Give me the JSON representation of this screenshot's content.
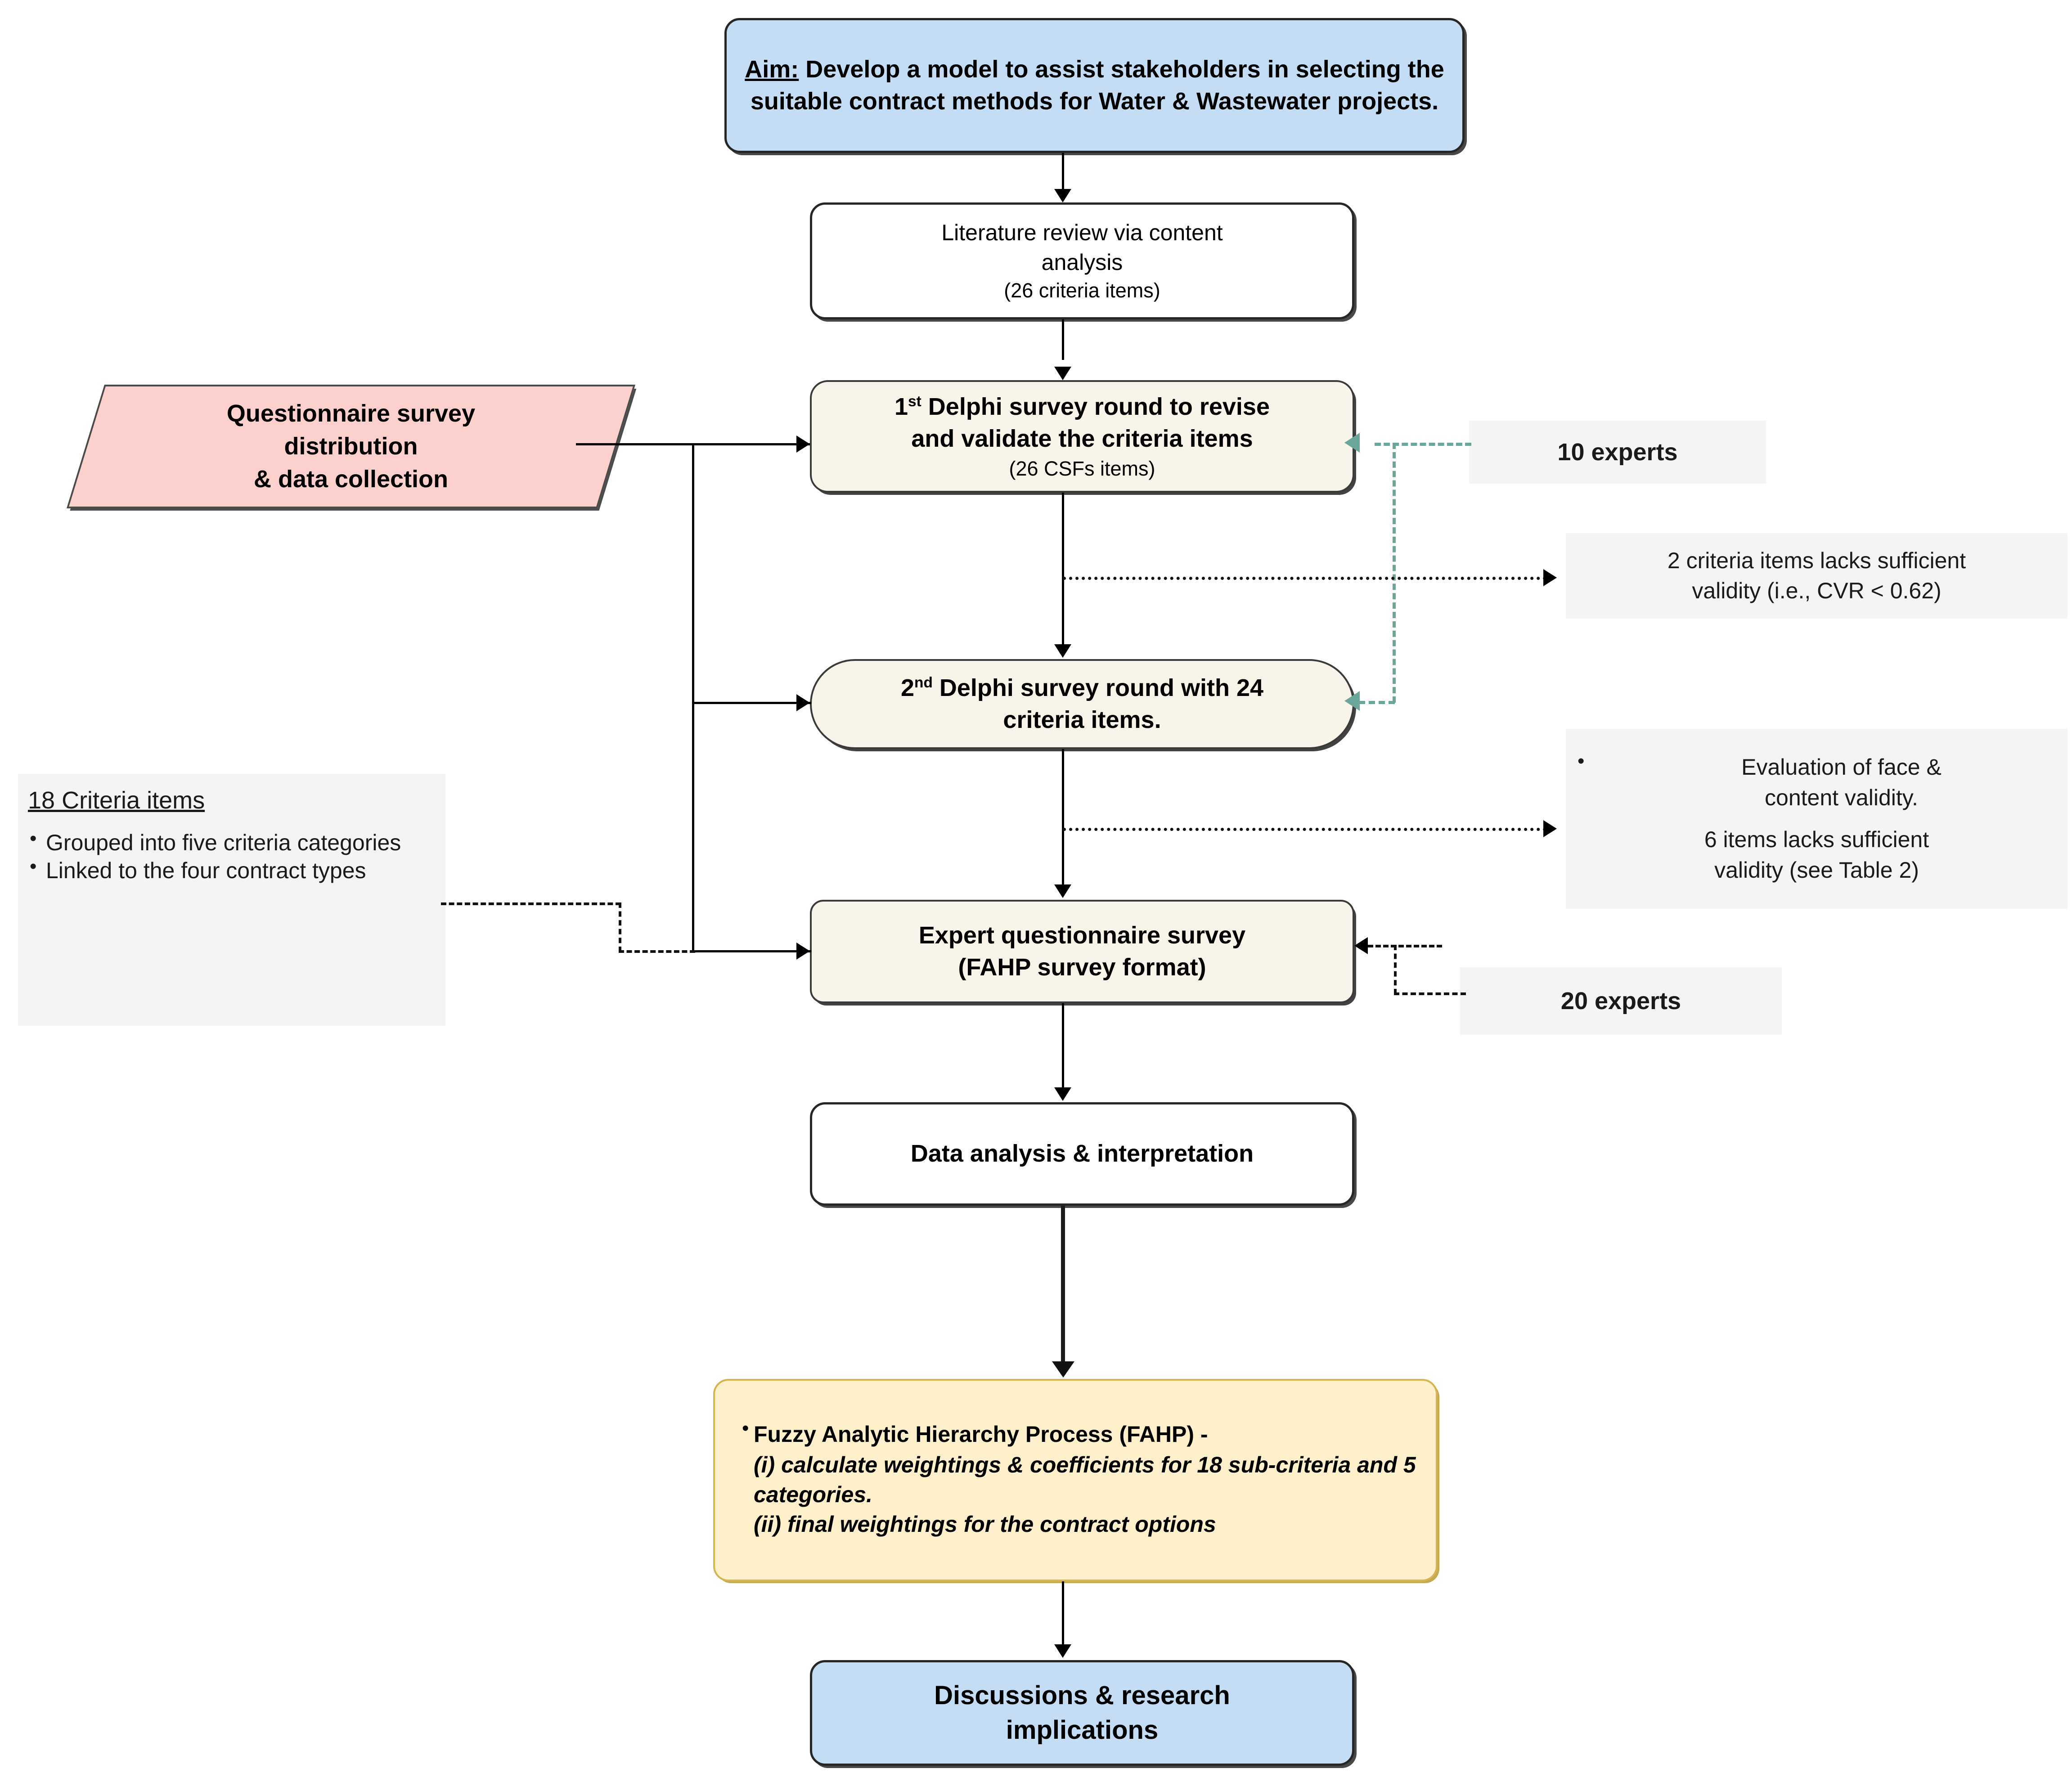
{
  "diagram": {
    "title": "Research methodology flowchart",
    "colors": {
      "aim_fill": "#c5dcf5",
      "delphi_fill": "#f8f4ea",
      "parallelogram_fill": "#fcd0cd",
      "fahp_fill": "#fdf0cb",
      "note_fill": "#f4f4f4",
      "teal_connector": "#6aa79a",
      "outline": "#262626"
    }
  },
  "nodes": {
    "aim": {
      "label_prefix": "Aim:",
      "text": " Develop a model to assist stakeholders in selecting the suitable contract methods for Water & Wastewater projects."
    },
    "literature_review": {
      "line1": "Literature review via content",
      "line2": "analysis",
      "line3": "(26 criteria items)"
    },
    "delphi_round1": {
      "ordinal": "1",
      "ordinal_suffix": "st",
      "line1": " Delphi survey round to revise",
      "line2": "and validate the criteria items",
      "line3": "(26 CSFs items)"
    },
    "delphi_round2": {
      "ordinal": "2",
      "ordinal_suffix": "nd",
      "line1": " Delphi survey round with 24",
      "line2": "criteria items."
    },
    "questionnaire_distribution": {
      "line1": "Questionnaire survey",
      "line2": "distribution",
      "line3": "& data collection"
    },
    "expert_survey": {
      "line1": "Expert questionnaire survey",
      "line2": "(FAHP survey format)"
    },
    "data_analysis": {
      "label": "Data analysis & interpretation"
    },
    "fahp": {
      "bullet_main": "Fuzzy Analytic Hierarchy Process (FAHP) -",
      "sub_i": "(i) calculate weightings & coefficients for 18 sub-criteria and 5 categories.",
      "sub_ii": " (ii) final weightings for the contract options"
    },
    "discussions": {
      "line1": "Discussions & research",
      "line2": "implications"
    }
  },
  "notes": {
    "experts_10": {
      "label": "10 experts"
    },
    "experts_20": {
      "label": "20 experts"
    },
    "cvr_note": {
      "line1": "2 criteria items lacks sufficient",
      "line2": "validity (i.e., CVR < 0.62)"
    },
    "validity_note": {
      "bullet1_line1": "Evaluation of face &",
      "bullet1_line2": "content validity.",
      "line2_a": "6 items lacks sufficient",
      "line2_b": "validity (see Table 2)"
    },
    "criteria_18": {
      "heading": "18 Criteria items",
      "items": [
        "Grouped into five criteria categories",
        "Linked to the four contract types"
      ]
    }
  }
}
